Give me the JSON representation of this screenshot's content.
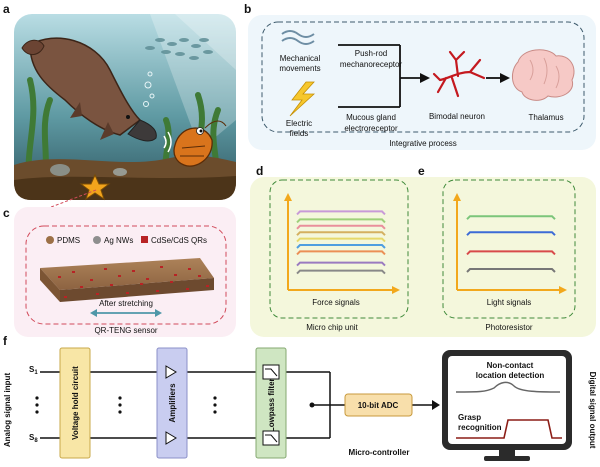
{
  "panels": {
    "a": "a",
    "b": "b",
    "c": "c",
    "d": "d",
    "e": "e",
    "f": "f"
  },
  "panel_b": {
    "input1": [
      "Mechanical",
      "movements"
    ],
    "input2": [
      "Electric",
      "fields"
    ],
    "receptor1": [
      "Push-rod",
      "mechanoreceptor"
    ],
    "receptor2": [
      "Mucous gland",
      "electroreceptor"
    ],
    "neuron": "Bimodal neuron",
    "brain": "Thalamus",
    "caption": "Integrative process"
  },
  "panel_c": {
    "legend": [
      "PDMS",
      "Ag NWs",
      "CdSe/CdS QRs"
    ],
    "legend_colors": [
      "#9c7046",
      "#8e8e8e",
      "#b82325"
    ],
    "stretch_label": "After stretching",
    "caption": "QR-TENG sensor"
  },
  "panel_d": {
    "label": "Force signals",
    "caption": "Micro chip unit",
    "levels": [
      0.92,
      0.82,
      0.74,
      0.66,
      0.58,
      0.5,
      0.42,
      0.28,
      0.18
    ],
    "colors": [
      "#c89ad8",
      "#9ed07a",
      "#e98f9b",
      "#d4b060",
      "#e6d96a",
      "#4f9ee0",
      "#eb8f55",
      "#9a7ac0",
      "#888888"
    ]
  },
  "panel_e": {
    "label": "Light signals",
    "caption": "Photoresistor",
    "levels": [
      0.86,
      0.66,
      0.42,
      0.2
    ],
    "colors": [
      "#7bc57a",
      "#3c6bd6",
      "#d84a4a",
      "#777777"
    ]
  },
  "panel_f": {
    "input_axis": "Analog signal input",
    "output_axis": "Digital signal output",
    "s1": "S",
    "s1_sub": "1",
    "s8": "S",
    "s8_sub": "8",
    "stage1": "Voltage hold circuit",
    "stage2": "Amplifiers",
    "stage3": "Lowpass filters",
    "adc": "10-bit ADC",
    "mcu": "Micro-controller",
    "screen_text1": [
      "Non-contact",
      "location detection"
    ],
    "screen_text2": [
      "Grasp",
      "recognition"
    ],
    "dots": "•"
  },
  "colors": {
    "stage1_fill": "#f8e6a6",
    "stage2_fill": "#c9cdf0",
    "stage3_fill": "#cfe6c2",
    "adc_fill": "#f8dfab",
    "panel_b_bg": "#eef6fb",
    "panel_c_bg": "#fbeef4",
    "panel_de_bg": "#f4f7dc",
    "axis": "#f2a81c",
    "neuron": "#c4191f",
    "brain": "#f6c9c6",
    "grasp_trace": "#8c1d16"
  }
}
